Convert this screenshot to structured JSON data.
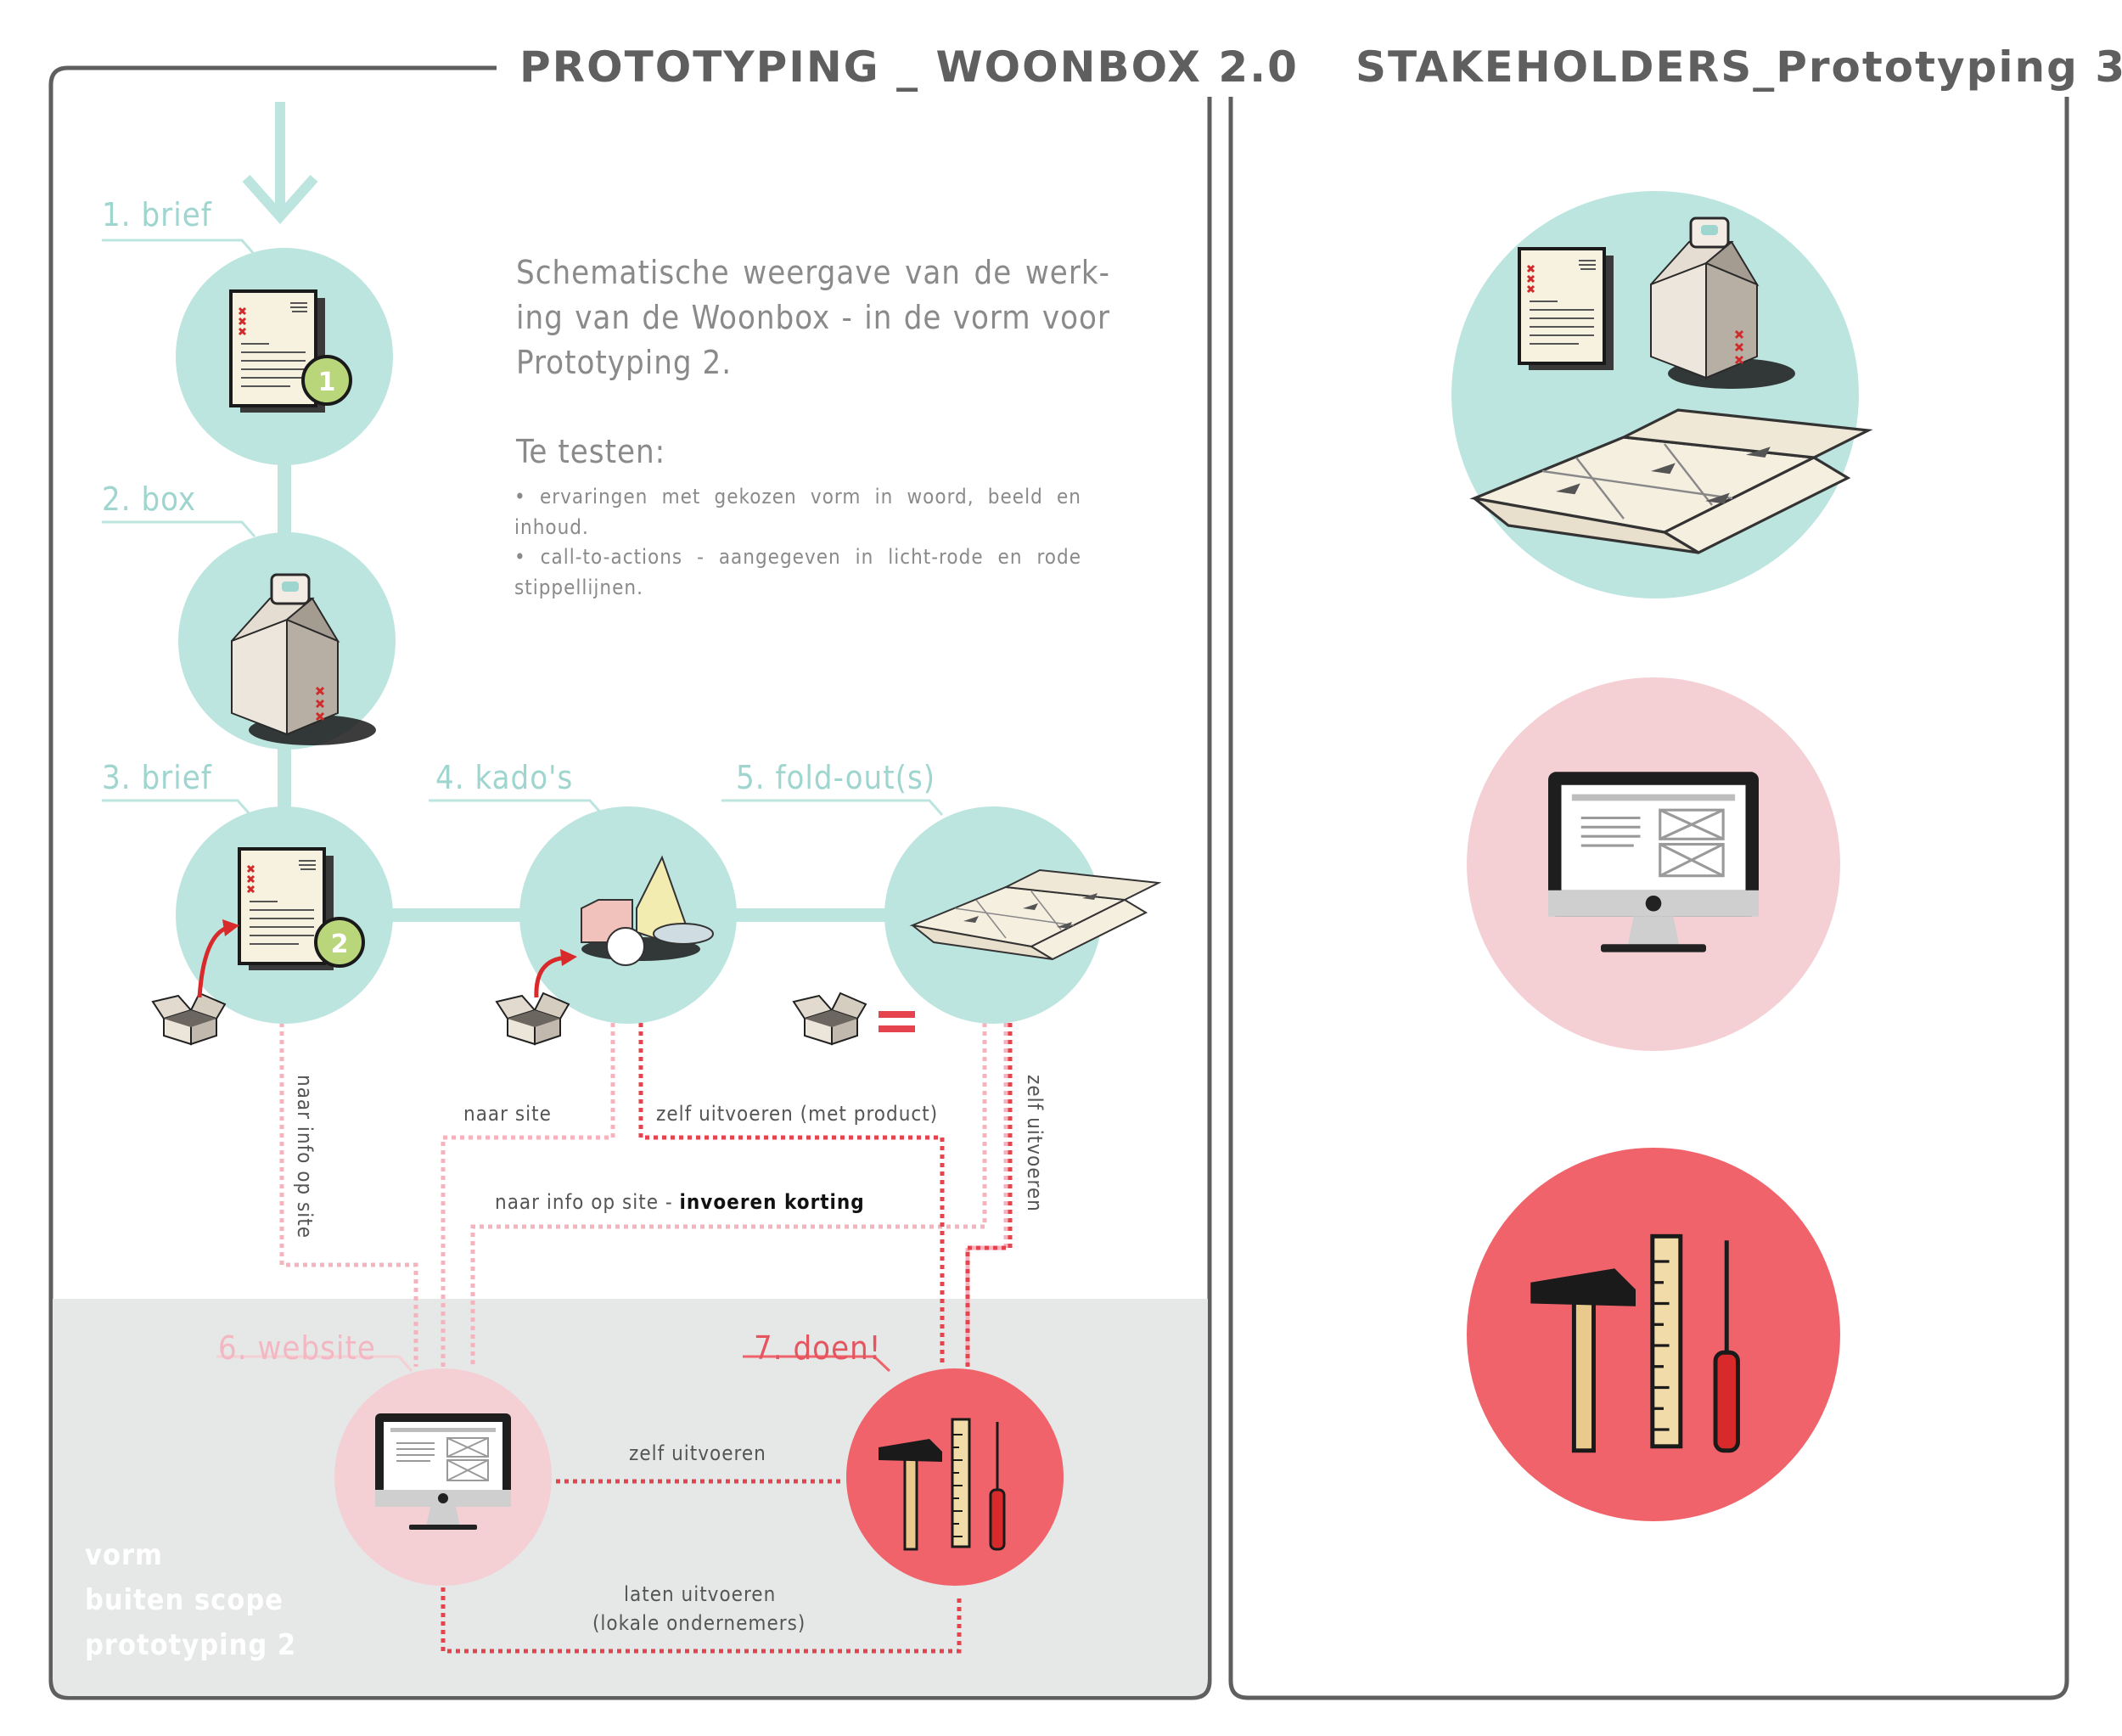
{
  "left_panel": {
    "title": "PROTOTYPING _ WOONBOX 2.0",
    "description": "Schematische weergave van de werk- ing van de Woonbox - in de vorm voor Prototyping 2.",
    "test_heading": "Te testen:",
    "bullets": [
      "• ervaringen met gekozen vorm in woord, beeld en inhoud.",
      "• call-to-actions - aangegeven in licht-rode en rode stippellijnen."
    ],
    "steps": [
      {
        "label": "1. brief",
        "icon": "letter-icon",
        "badge": "1"
      },
      {
        "label": "2. box",
        "icon": "box-icon"
      },
      {
        "label": "3. brief",
        "icon": "letter-icon",
        "badge": "2"
      },
      {
        "label": "4. kado's",
        "icon": "gifts-icon"
      },
      {
        "label": "5. fold-out(s)",
        "icon": "fold-out-icon"
      },
      {
        "label": "6. website",
        "icon": "monitor-icon"
      },
      {
        "label": "7. doen!",
        "icon": "tools-icon"
      }
    ],
    "flows": {
      "naar_info_op_site": "naar info op site",
      "naar_site": "naar site",
      "zelf_uitvoeren_product": "zelf uitvoeren (met product)",
      "naar_info_invoeren_prefix": "naar info op site - ",
      "invoeren_korting": "invoeren korting",
      "zelf_uitvoeren_vertical": "zelf uitvoeren",
      "zelf_uitvoeren": "zelf uitvoeren",
      "laten_uitvoeren_1": "laten uitvoeren",
      "laten_uitvoeren_2": "(lokale ondernemers)"
    },
    "scope_note": [
      "vorm",
      "buiten scope",
      "prototyping 2"
    ]
  },
  "right_panel": {
    "title": "STAKEHOLDERS_Prototyping 3",
    "items": [
      {
        "icon": "letter-box-foldout-icon",
        "color": "#bde5e0"
      },
      {
        "icon": "monitor-icon",
        "color": "#f4d0d5"
      },
      {
        "icon": "tools-icon",
        "color": "#f0636b"
      }
    ]
  },
  "colors": {
    "teal": "#bde5e0",
    "light_teal": "#9fd5cf",
    "pink": "#f4d0d5",
    "red": "#f0636b",
    "dotted_light_red": "#f7b3bd",
    "dotted_red": "#e5444f",
    "frame_grey": "#5f5f5f",
    "scope_grey": "#e6e7e7"
  }
}
